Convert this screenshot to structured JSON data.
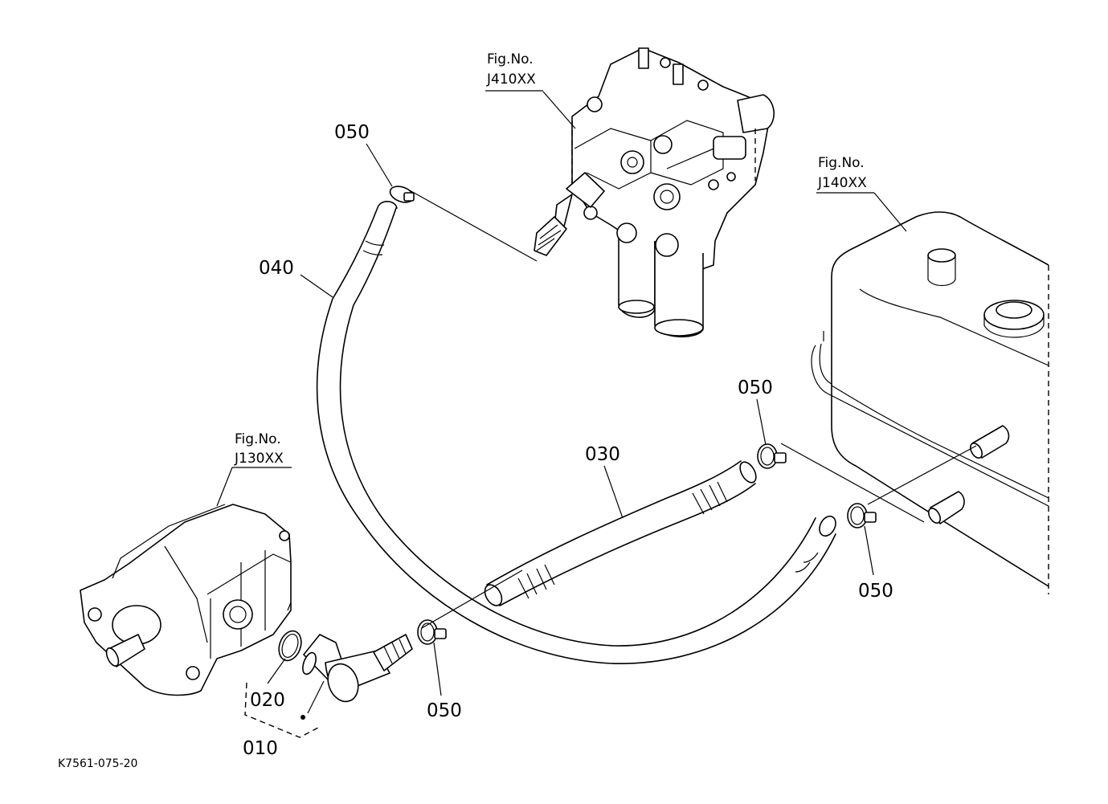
{
  "figure_refs": {
    "valve": {
      "line1": "Fig.No.",
      "line2": "J410XX"
    },
    "tank": {
      "line1": "Fig.No.",
      "line2": "J140XX"
    },
    "pump": {
      "line1": "Fig.No.",
      "line2": "J130XX"
    }
  },
  "part_labels": {
    "clamp_top": "050",
    "hose_040": "040",
    "clamp_tank_upper": "050",
    "hose_030": "030",
    "clamp_tank_lower": "050",
    "clamp_elbow": "050",
    "oring_020": "020",
    "assembly_010": "010"
  },
  "drawing_code": "K7561-075-20"
}
